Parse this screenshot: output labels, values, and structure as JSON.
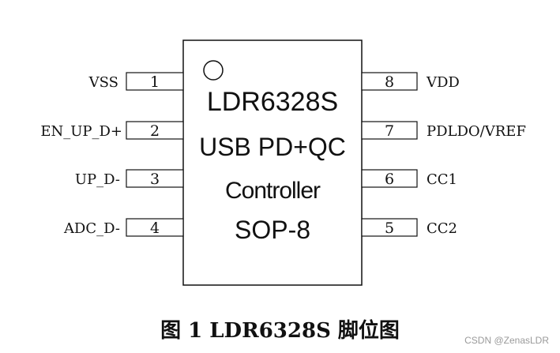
{
  "chip": {
    "part": "LDR6328S",
    "line2": "USB PD+QC",
    "line3": "Controller",
    "line4": "SOP-8"
  },
  "pins": {
    "left": [
      {
        "num": "1",
        "name": "VSS"
      },
      {
        "num": "2",
        "name": "EN_UP_D+"
      },
      {
        "num": "3",
        "name": "UP_D-"
      },
      {
        "num": "4",
        "name": "ADC_D-"
      }
    ],
    "right": [
      {
        "num": "8",
        "name": "VDD"
      },
      {
        "num": "7",
        "name": "PDLDO/VREF"
      },
      {
        "num": "6",
        "name": "CC1"
      },
      {
        "num": "5",
        "name": "CC2"
      }
    ]
  },
  "caption": "图 1 LDR6328S 脚位图",
  "watermark": "CSDN @ZenasLDR"
}
